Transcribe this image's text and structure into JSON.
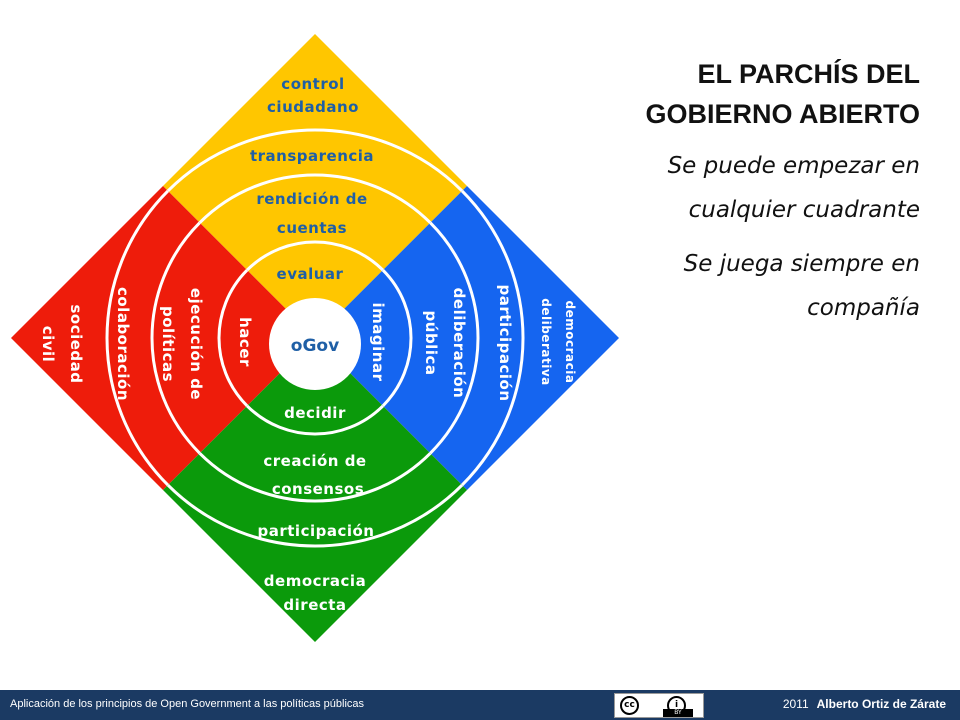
{
  "title": {
    "line1": "EL PARCHÍS DEL",
    "line2": "GOBIERNO ABIERTO"
  },
  "phrases": {
    "p1_line1": "Se puede empezar en",
    "p1_line2": "cualquier cuadrante",
    "p2_line1": "Se juega siempre en",
    "p2_line2": "compañía"
  },
  "center": "oGov",
  "quadrants": {
    "top": {
      "color": "#ffc600",
      "text_color": "#1f5fa6",
      "labels": {
        "r1": "evaluar",
        "r2a": "rendición de",
        "r2b": "cuentas",
        "r3": "transparencia",
        "r4a": "control",
        "r4b": "ciudadano"
      }
    },
    "left": {
      "color": "#ee1c0b",
      "text_color": "#ffffff",
      "labels": {
        "r1": "hacer",
        "r2a": "ejecución de",
        "r2b": "políticas",
        "r3": "colaboración",
        "r4a": "sociedad",
        "r4b": "civil"
      }
    },
    "right": {
      "color": "#1565f0",
      "text_color": "#ffffff",
      "labels": {
        "r1": "imaginar",
        "r2a": "deliberación",
        "r2b": "pública",
        "r3": "participación",
        "r4a": "democracia",
        "r4b": "deliberativa"
      }
    },
    "bottom": {
      "color": "#0b9a0b",
      "text_color": "#ffffff",
      "labels": {
        "r1": "decidir",
        "r2a": "creación de",
        "r2b": "consensos",
        "r3": "participación",
        "r4a": "democracia",
        "r4b": "directa"
      }
    }
  },
  "footer": {
    "caption": "Aplicación de los principios de Open Government a las políticas públicas",
    "year": "2011",
    "author": "Alberto Ortiz de Zárate",
    "license_icons": [
      "cc-icon",
      "attribution-icon"
    ],
    "license_by": "BY"
  }
}
